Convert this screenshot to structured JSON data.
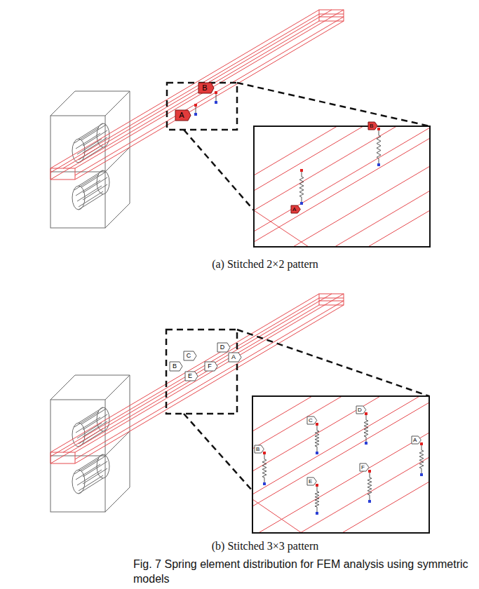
{
  "diagram": {
    "caption": "Fig. 7 Spring element distribution for FEM analysis using symmetric models",
    "nodes": [
      {
        "text": [
          "B"
        ]
      },
      {
        "text": [
          "A"
        ]
      },
      {
        "text": [
          "B"
        ]
      },
      {
        "text": [
          "A"
        ]
      },
      {
        "text": [
          "D"
        ]
      },
      {
        "text": [
          "C"
        ]
      },
      {
        "text": [
          "A"
        ]
      },
      {
        "text": [
          "B"
        ]
      },
      {
        "text": [
          "F"
        ]
      },
      {
        "text": [
          "E"
        ]
      },
      {
        "text": [
          "D"
        ]
      },
      {
        "text": [
          "C"
        ]
      },
      {
        "text": [
          "A"
        ]
      },
      {
        "text": [
          "B"
        ]
      },
      {
        "text": [
          "F"
        ]
      },
      {
        "text": [
          "E"
        ]
      }
    ],
    "labels": [
      "(a) Stitched 2×2 pattern",
      "(b) Stitched 3×3 pattern"
    ]
  }
}
